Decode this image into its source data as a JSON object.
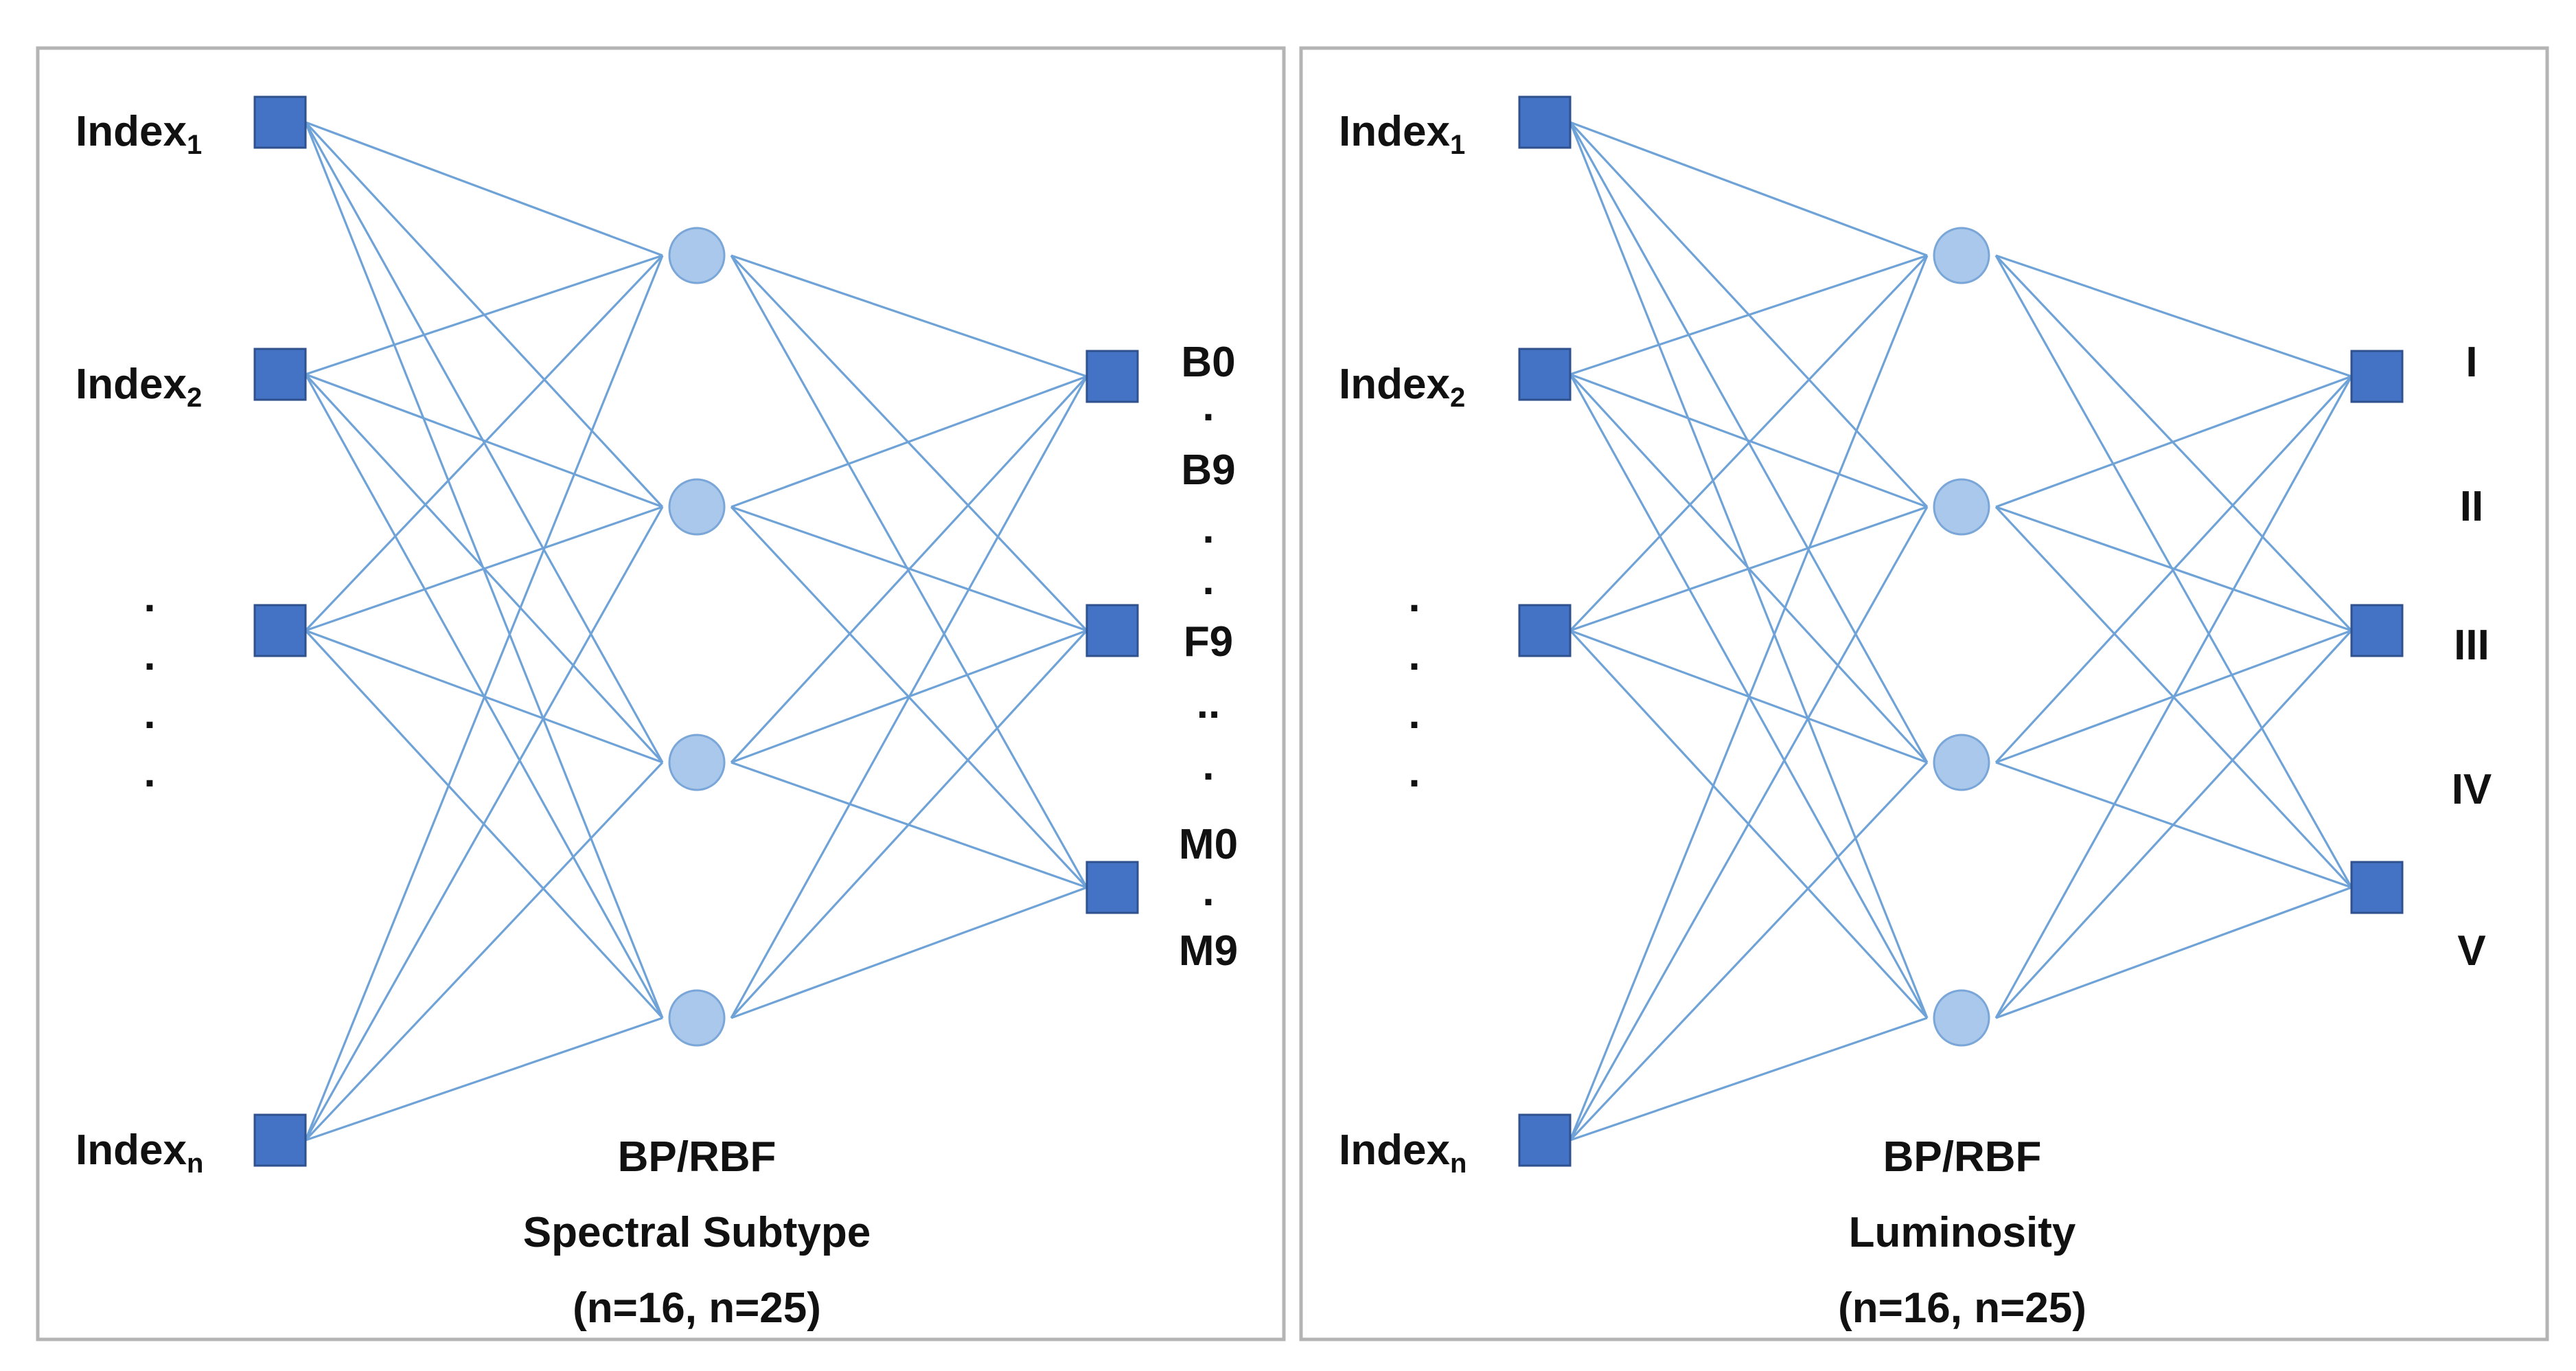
{
  "panels": [
    {
      "id": "spectral",
      "input_labels": [
        {
          "base": "Index",
          "sub": "1"
        },
        {
          "base": "Index",
          "sub": "2"
        },
        {
          "base": "Index",
          "sub": "n"
        }
      ],
      "input_ellipsis": [
        ".",
        ".",
        ".",
        "."
      ],
      "output_labels": [
        "B0",
        ".",
        "B9",
        ".",
        ".",
        "F9",
        "..",
        ".",
        "M0",
        ".",
        "M9"
      ],
      "caption": [
        "BP/RBF",
        "Spectral Subtype",
        "(n=16, n=25)"
      ]
    },
    {
      "id": "luminosity",
      "input_labels": [
        {
          "base": "Index",
          "sub": "1"
        },
        {
          "base": "Index",
          "sub": "2"
        },
        {
          "base": "Index",
          "sub": "n"
        }
      ],
      "input_ellipsis": [
        ".",
        ".",
        ".",
        "."
      ],
      "output_labels": [
        "I",
        "II",
        "III",
        "IV",
        "V"
      ],
      "caption": [
        "BP/RBF",
        "Luminosity",
        "(n=16, n=25)"
      ]
    }
  ],
  "colors": {
    "node": "#4472c4",
    "hidden_node": "#a9c8ec",
    "edge": "#6fa3d8"
  }
}
